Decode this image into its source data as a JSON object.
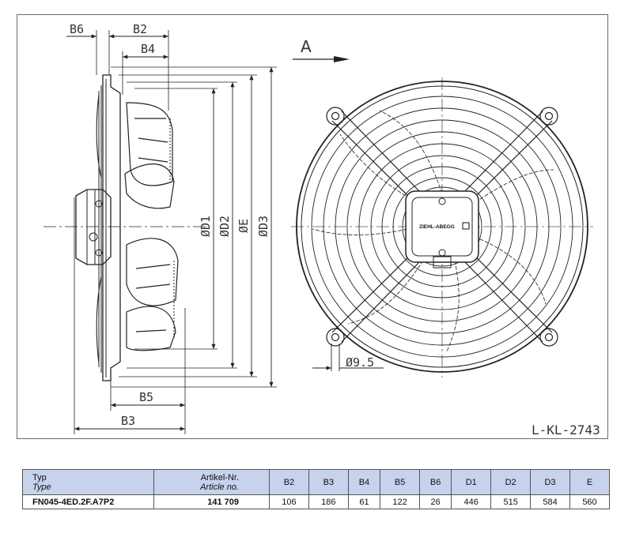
{
  "drawing": {
    "view_label": "A",
    "drawing_id": "L-KL-2743",
    "side_dimensions": {
      "b6": "B6",
      "b2": "B2",
      "b4": "B4",
      "b5": "B5",
      "b3": "B3",
      "d1": "ØD1",
      "d2": "ØD2",
      "e": "ØE",
      "d3": "ØD3"
    },
    "hole_diameter": "Ø9.5",
    "brand_mark": "ZIEHL-ABEGG"
  },
  "table": {
    "header": {
      "type_de": "Typ",
      "type_en": "Type",
      "article_de": "Artikel-Nr.",
      "article_en": "Article no.",
      "columns": [
        "B2",
        "B3",
        "B4",
        "B5",
        "B6",
        "D1",
        "D2",
        "D3",
        "E"
      ]
    },
    "rows": [
      {
        "type": "FN045-4ED.2F.A7P2",
        "article": "141 709",
        "values": [
          "106",
          "186",
          "61",
          "122",
          "26",
          "446",
          "515",
          "584",
          "560"
        ]
      }
    ]
  }
}
